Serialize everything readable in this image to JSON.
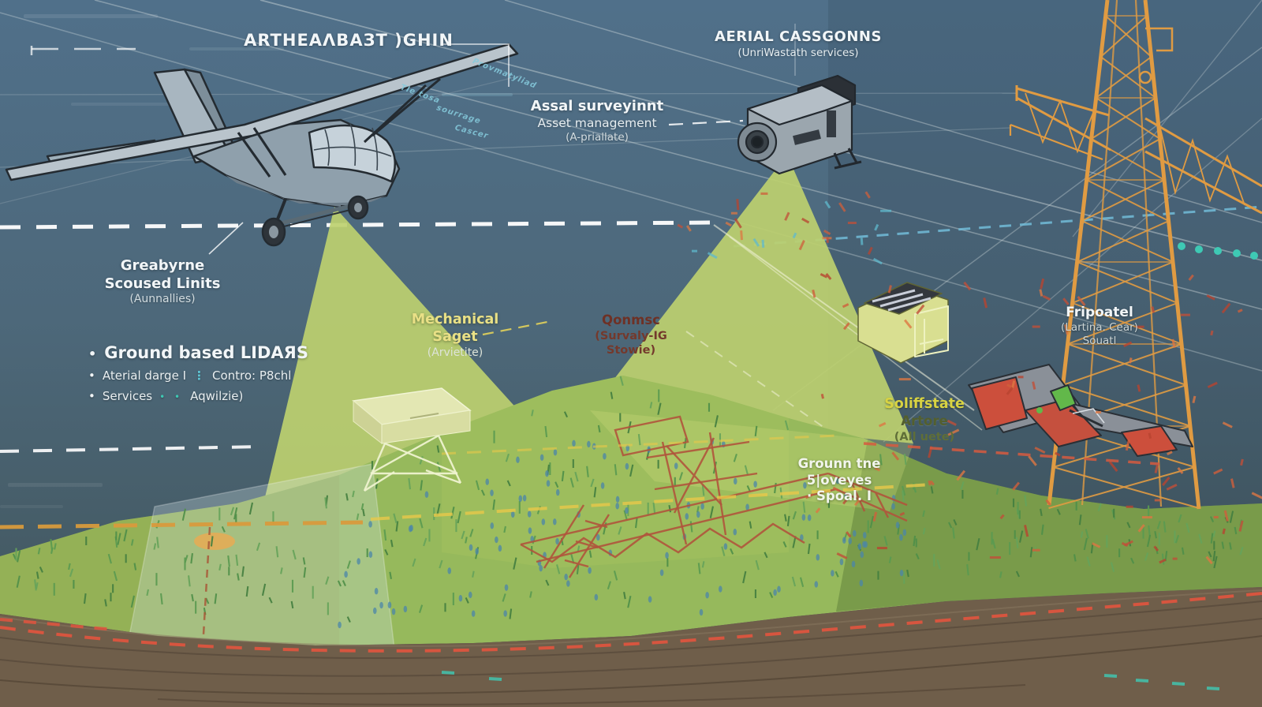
{
  "title": {
    "text": "ARTHEAΛBAЗT )GHIN"
  },
  "annotations": {
    "aerial": {
      "line1": "AERIAL CASSGONNS",
      "line2": "(UnriWastath services)"
    },
    "asset": {
      "line1": "Assal surveyinnt",
      "line2": "Asset management",
      "line3": "(A-priallate)"
    },
    "greabyrne": {
      "line1": "Greabyrne",
      "line2": "Scoused Linits",
      "line3": "(Aunnallies)"
    },
    "mechanical": {
      "line1": "Mechanical",
      "line2": "Saget",
      "line3": "(Arvietite)"
    },
    "qonmsc": {
      "line1": "Qonmsc",
      "line2": "(Survaly-IG",
      "line3": "Stowie)"
    },
    "fripoatel": {
      "line1": "Fripoatel",
      "line2": "(Lartina. Cear)",
      "line3": "Souatl"
    },
    "solidstate": {
      "line1": "Soliffstate",
      "line2": "Artore",
      "line3": "(All uete)"
    },
    "ground_survey": {
      "line1": "Grounn tne",
      "line2": "5|oveyes",
      "line3": "· Spoal. I"
    }
  },
  "ground_lidar_list": {
    "marker": "•",
    "heading": "Ground based LIDAЯS",
    "row1_a": "Aterial darge I",
    "row1_icon": "⋮",
    "row1_b": "Contro: P8chl",
    "row2_a": "Services",
    "row2_dots": "• •",
    "row2_b": "Aqwilzie)"
  },
  "decorative_texts": {
    "t1": "Provmatyliad",
    "t2": "sourrage",
    "t3": "Cascer",
    "t4": "Tle tosa"
  },
  "colors": {
    "sky_top": "#50708a",
    "sky_bottom": "#3f5258",
    "scan_cone": "#bdd06f",
    "hill_green": "#96b95c",
    "soil_brown": "#6f5e4a",
    "pylon_orange": "#e09b42",
    "pointcloud_red": "#c9503a",
    "dash_cyan": "#72bcd8",
    "dash_orange": "#d89a3c",
    "dash_yellow": "#e8c84a",
    "dash_red": "#e2543e",
    "teal_dot": "#3ec9b4",
    "drone_red": "#cc4f3c",
    "device_yellow": "#d9df91"
  }
}
